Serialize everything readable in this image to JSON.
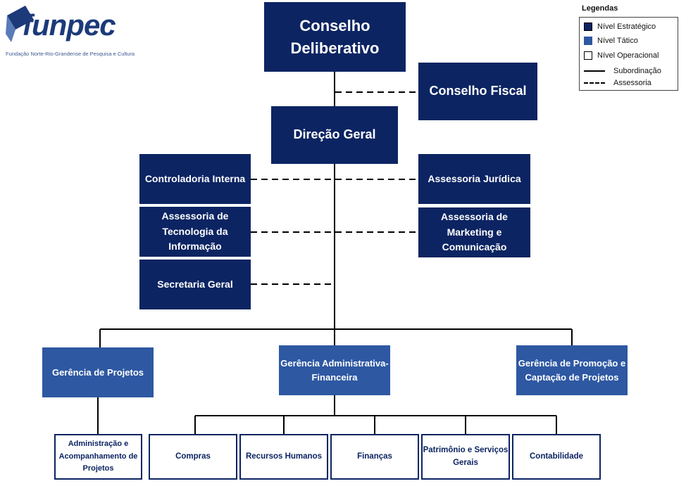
{
  "logo": {
    "wordmark": "funpec",
    "subtitle": "Fundação Norte-Rio-Grandense de Pesquisa e Cultura"
  },
  "legend": {
    "title": "Legendas",
    "items": [
      {
        "label": "Nível Estratégico",
        "color": "#0c2462"
      },
      {
        "label": "Nível Tático",
        "color": "#2e58a2"
      },
      {
        "label": "Nível Operacional",
        "color": "#ffffff"
      },
      {
        "label": "Subordinação",
        "line": "solid"
      },
      {
        "label": "Assessoria",
        "line": "dashed"
      }
    ]
  },
  "colors": {
    "strategic": "#0c2462",
    "tactical": "#2e58a2",
    "operational": "#ffffff",
    "line": "#000000"
  },
  "units": {
    "conselho_deliberativo": {
      "line1": "Conselho",
      "line2": "Deliberativo"
    },
    "conselho_fiscal": "Conselho Fiscal",
    "direcao_geral": "Direção Geral",
    "controladoria_interna": "Controladoria Interna",
    "assessoria_juridica": "Assessoria Jurídica",
    "assessoria_ti": {
      "line1": "Assessoria de",
      "line2": "Tecnologia da",
      "line3": "Informação"
    },
    "assessoria_marketing": {
      "line1": "Assessoria de",
      "line2": "Marketing e",
      "line3": "Comunicação"
    },
    "secretaria_geral": "Secretaria Geral",
    "gerencia_projetos": "Gerência de Projetos",
    "gerencia_adm_fin": {
      "line1": "Gerência Administrativa-",
      "line2": "Financeira"
    },
    "gerencia_promocao": {
      "line1": "Gerência de Promoção e",
      "line2": "Captação de Projetos"
    },
    "adm_acompanhamento": {
      "line1": "Administração e",
      "line2": "Acompanhamento de",
      "line3": "Projetos"
    },
    "compras": "Compras",
    "recursos_humanos": "Recursos Humanos",
    "financas": "Finanças",
    "patrimonio": {
      "line1": "Patrimônio e Serviços",
      "line2": "Gerais"
    },
    "contabilidade": "Contabilidade"
  }
}
